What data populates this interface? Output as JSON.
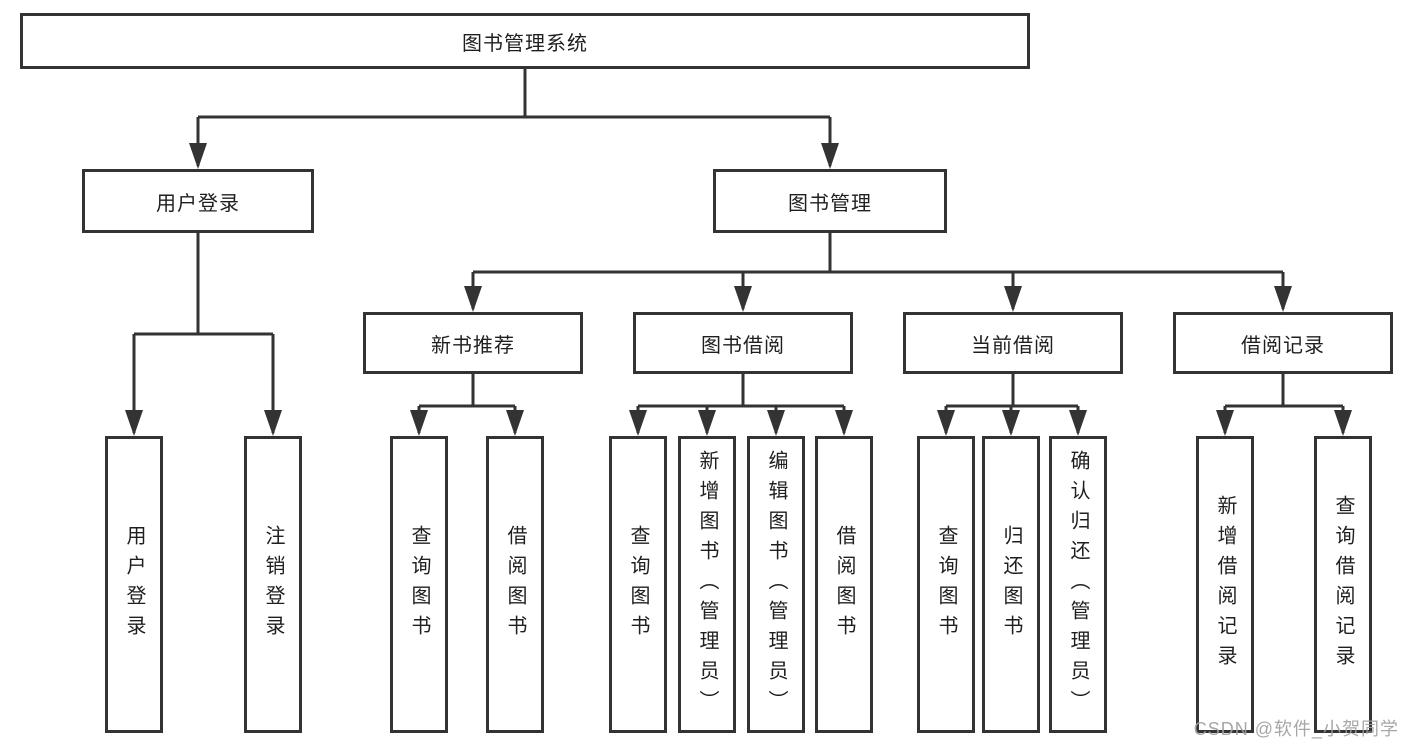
{
  "watermark": "CSDN @软件_小贺同学",
  "colors": {
    "line": "#333333",
    "box_border": "#333333",
    "text": "#1f1f1f",
    "watermark": "#a0a0a0",
    "background": "#ffffff"
  },
  "tree": {
    "root": {
      "label": "图书管理系统"
    },
    "branches": [
      {
        "label": "用户登录",
        "children": [
          {
            "label": "用户登录"
          },
          {
            "label": "注销登录"
          }
        ]
      },
      {
        "label": "图书管理",
        "children": [
          {
            "label": "新书推荐",
            "children": [
              {
                "label": "查询图书"
              },
              {
                "label": "借阅图书"
              }
            ]
          },
          {
            "label": "图书借阅",
            "children": [
              {
                "label": "查询图书"
              },
              {
                "label": "新增图书（管理员）"
              },
              {
                "label": "编辑图书（管理员）"
              },
              {
                "label": "借阅图书"
              }
            ]
          },
          {
            "label": "当前借阅",
            "children": [
              {
                "label": "查询图书"
              },
              {
                "label": "归还图书"
              },
              {
                "label": "确认归还（管理员）"
              }
            ]
          },
          {
            "label": "借阅记录",
            "children": [
              {
                "label": "新增借阅记录"
              },
              {
                "label": "查询借阅记录"
              }
            ]
          }
        ]
      }
    ]
  }
}
